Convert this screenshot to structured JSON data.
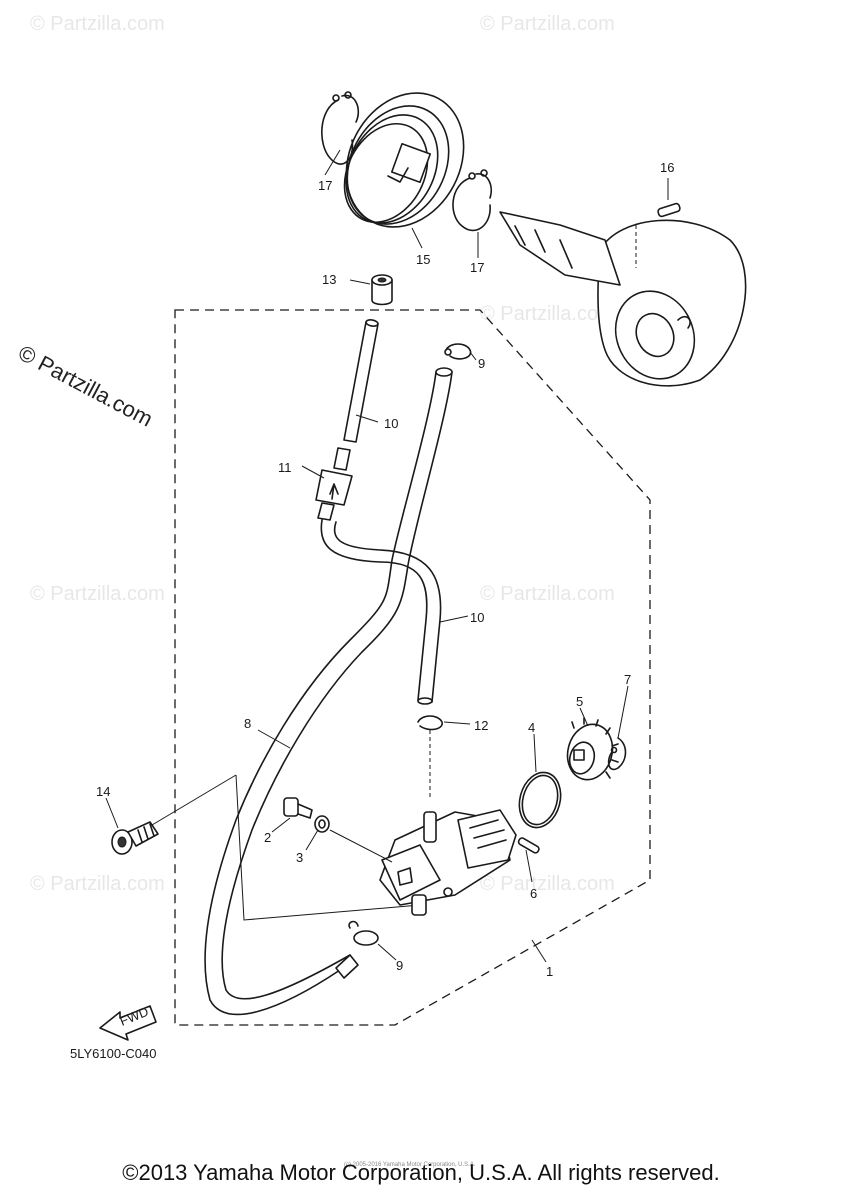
{
  "watermark": {
    "text": "© Partzilla.com",
    "side_text": "© Partzilla.com"
  },
  "callouts": {
    "c1": "1",
    "c2": "2",
    "c3": "3",
    "c4": "4",
    "c5": "5",
    "c6": "6",
    "c7": "7",
    "c8": "8",
    "c9a": "9",
    "c9b": "9",
    "c10a": "10",
    "c10b": "10",
    "c11": "11",
    "c12": "12",
    "c13": "13",
    "c14": "14",
    "c15": "15",
    "c16": "16",
    "c17a": "17",
    "c17b": "17"
  },
  "fwd_label": "FWD",
  "drawing_code": "5LY6100-C040",
  "tiny_note": "(c) 2005-2016 Yamaha Motor Corporation, U.S.A.",
  "copyright": "©2013 Yamaha Motor Corporation, U.S.A. All rights reserved."
}
